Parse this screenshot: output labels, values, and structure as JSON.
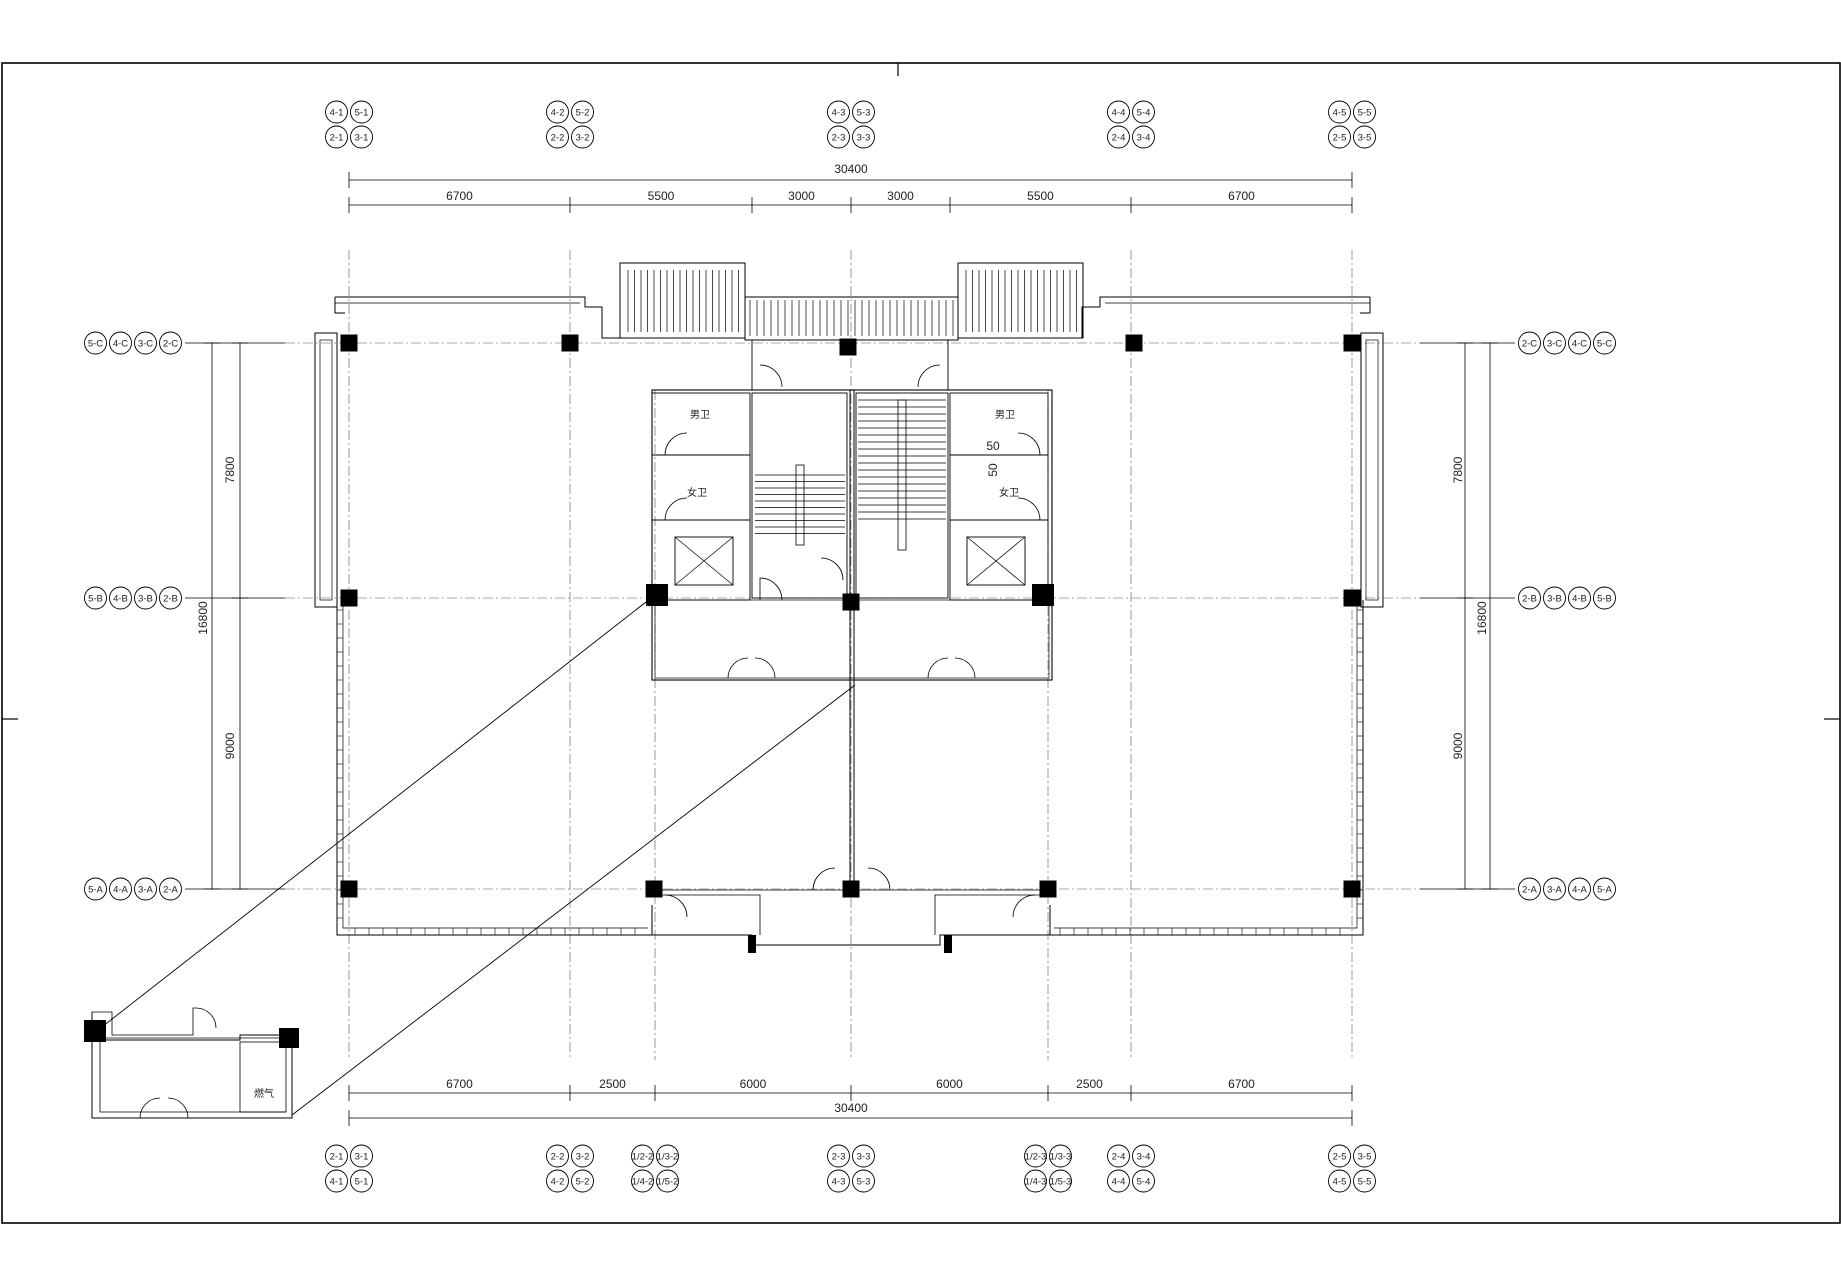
{
  "drawing": {
    "top_dims_total": "30400",
    "top_dims": [
      "6700",
      "5500",
      "3000",
      "3000",
      "5500",
      "6700"
    ],
    "bottom_dims_total": "30400",
    "bottom_dims": [
      "6700",
      "2500",
      "6000",
      "6000",
      "2500",
      "6700"
    ],
    "side_dims_total": "16800",
    "side_dims": [
      "7800",
      "9000"
    ],
    "slab_mark": "50",
    "col_labels_top": [
      [
        "4-1",
        "5-1",
        "2-1",
        "3-1"
      ],
      [
        "4-2",
        "5-2",
        "2-2",
        "3-2"
      ],
      [
        "4-3",
        "5-3",
        "2-3",
        "3-3"
      ],
      [
        "4-4",
        "5-4",
        "2-4",
        "3-4"
      ],
      [
        "4-5",
        "5-5",
        "2-5",
        "3-5"
      ]
    ],
    "col_labels_bottom": [
      [
        "2-1",
        "3-1",
        "4-1",
        "5-1"
      ],
      [
        "2-2",
        "3-2",
        "4-2",
        "5-2"
      ],
      [
        "1/2-2",
        "1/3-2",
        "1/4-2",
        "1/5-2"
      ],
      [
        "2-3",
        "3-3",
        "4-3",
        "5-3"
      ],
      [
        "1/2-3",
        "1/3-3",
        "1/4-3",
        "1/5-3"
      ],
      [
        "2-4",
        "3-4",
        "4-4",
        "5-4"
      ],
      [
        "2-5",
        "3-5",
        "4-5",
        "5-5"
      ]
    ],
    "row_labels_left": [
      [
        "5-C",
        "4-C",
        "3-C",
        "2-C"
      ],
      [
        "5-B",
        "4-B",
        "3-B",
        "2-B"
      ],
      [
        "5-A",
        "4-A",
        "3-A",
        "2-A"
      ]
    ],
    "row_labels_right": [
      [
        "2-C",
        "3-C",
        "4-C",
        "5-C"
      ],
      [
        "2-B",
        "3-B",
        "4-B",
        "5-B"
      ],
      [
        "2-A",
        "3-A",
        "4-A",
        "5-A"
      ]
    ],
    "rooms": {
      "mens_wc": "男卫",
      "womens_wc": "女卫",
      "gas": "燃气"
    }
  }
}
